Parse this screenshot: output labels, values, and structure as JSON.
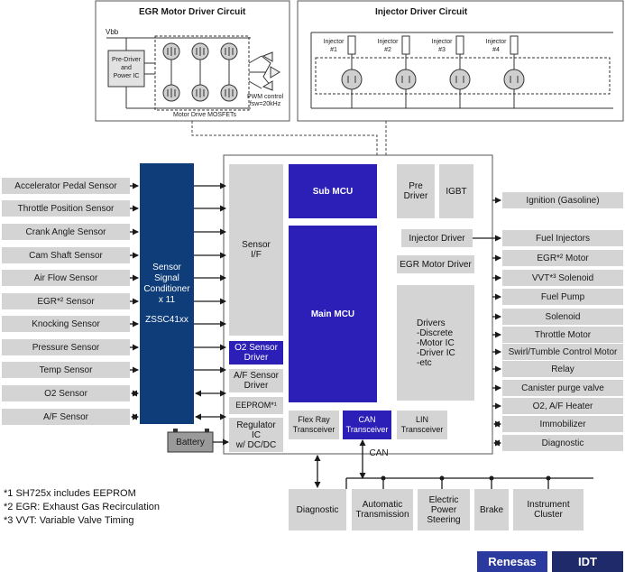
{
  "egr_circuit": {
    "title": "EGR Motor Driver Circuit",
    "vbb": "Vbb",
    "predriver": [
      "Pre-Driver",
      "and",
      "Power IC"
    ],
    "pwm": [
      "PWM control",
      "fsw=20kHz"
    ],
    "mosfets": "Motor Drive MOSFETs"
  },
  "injector_circuit": {
    "title": "Injector Driver Circuit",
    "injectors": [
      {
        "label": "Injector",
        "num": "#1"
      },
      {
        "label": "Injector",
        "num": "#2"
      },
      {
        "label": "Injector",
        "num": "#3"
      },
      {
        "label": "Injector",
        "num": "#4"
      }
    ]
  },
  "sensors": [
    "Accelerator Pedal Sensor",
    "Throttle Position Sensor",
    "Crank Angle Sensor",
    "Cam Shaft Sensor",
    "Air Flow Sensor",
    "EGR*² Sensor",
    "Knocking Sensor",
    "Pressure Sensor",
    "Temp Sensor",
    "O2 Sensor",
    "A/F Sensor"
  ],
  "ssc": [
    "Sensor",
    "Signal",
    "Conditioner",
    "x 11",
    "",
    "ZSSC41xx"
  ],
  "battery": "Battery",
  "ecu": {
    "sensor_if": [
      "Sensor",
      "I/F"
    ],
    "sub_mcu": "Sub MCU",
    "main_mcu": "Main MCU",
    "pre_driver": [
      "Pre",
      "Driver"
    ],
    "igbt": "IGBT",
    "injector_driver": "Injector Driver",
    "egr_motor_driver": "EGR Motor Driver",
    "drivers": [
      "Drivers",
      "-Discrete",
      "-Motor IC",
      "-Driver IC",
      "-etc"
    ],
    "o2_sensor_driver": [
      "O2 Sensor",
      "Driver"
    ],
    "af_sensor_driver": [
      "A/F Sensor",
      "Driver"
    ],
    "eeprom": "EEPROM*¹",
    "regulator": [
      "Regulator",
      "IC",
      "w/ DC/DC"
    ],
    "flexray": [
      "Flex Ray",
      "Transceiver"
    ],
    "can_transceiver": [
      "CAN",
      "Transceiver"
    ],
    "lin": [
      "LIN",
      "Transceiver"
    ]
  },
  "outputs": [
    "Ignition (Gasoline)",
    "Fuel Injectors",
    "EGR*² Motor",
    "VVT*³ Solenoid",
    "Fuel Pump",
    "Solenoid",
    "Throttle Motor",
    "Swirl/Tumble Control Motor",
    "Relay",
    "Canister purge valve",
    "O2, A/F Heater",
    "Immobilizer",
    "Diagnostic"
  ],
  "can_label": "CAN",
  "bus_nodes": {
    "diagnostic": "Diagnostic",
    "transmission": [
      "Automatic",
      "Transmission"
    ],
    "steering": [
      "Electric",
      "Power",
      "Steering"
    ],
    "brake": "Brake",
    "cluster": [
      "Instrument",
      "Cluster"
    ]
  },
  "footnotes": [
    "*1 SH725x includes EEPROM",
    "*2 EGR: Exhaust Gas Recirculation",
    "*3 VVT: Variable Valve Timing"
  ],
  "logos": {
    "renesas": "Renesas",
    "idt": "IDT"
  },
  "colors": {
    "navy": "#0f3d7a",
    "mcu_blue": "#2b1fb8",
    "gray": "#d4d4d4",
    "logo_renesas": "#2b3a9e",
    "logo_idt": "#1f2a6b"
  }
}
